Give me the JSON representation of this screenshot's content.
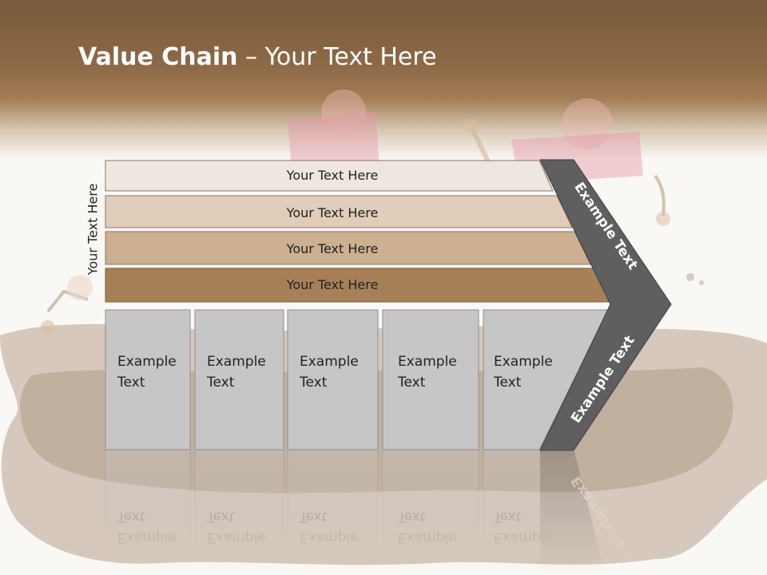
{
  "title": {
    "bold": "Value Chain",
    "rest": " – Your Text Here"
  },
  "side_label": "Your Text Here",
  "rows": [
    {
      "label": "Your Text Here",
      "color": "#efe6e0"
    },
    {
      "label": "Your Text Here",
      "color": "#e2ccba"
    },
    {
      "label": "Your Text Here",
      "color": "#cdb091"
    },
    {
      "label": "Your Text Here",
      "color": "#a88058"
    }
  ],
  "boxes": [
    {
      "line1": "Example",
      "line2": "Text"
    },
    {
      "line1": "Example",
      "line2": "Text"
    },
    {
      "line1": "Example",
      "line2": "Text"
    },
    {
      "line1": "Example",
      "line2": "Text"
    },
    {
      "line1": "Example",
      "line2": "Text"
    }
  ],
  "chevron_top": "Example Text",
  "chevron_bottom": "Example Text",
  "colors": {
    "header": "#8c6946",
    "chevron": "#5f5f5f",
    "box": "#c6c6c6"
  }
}
